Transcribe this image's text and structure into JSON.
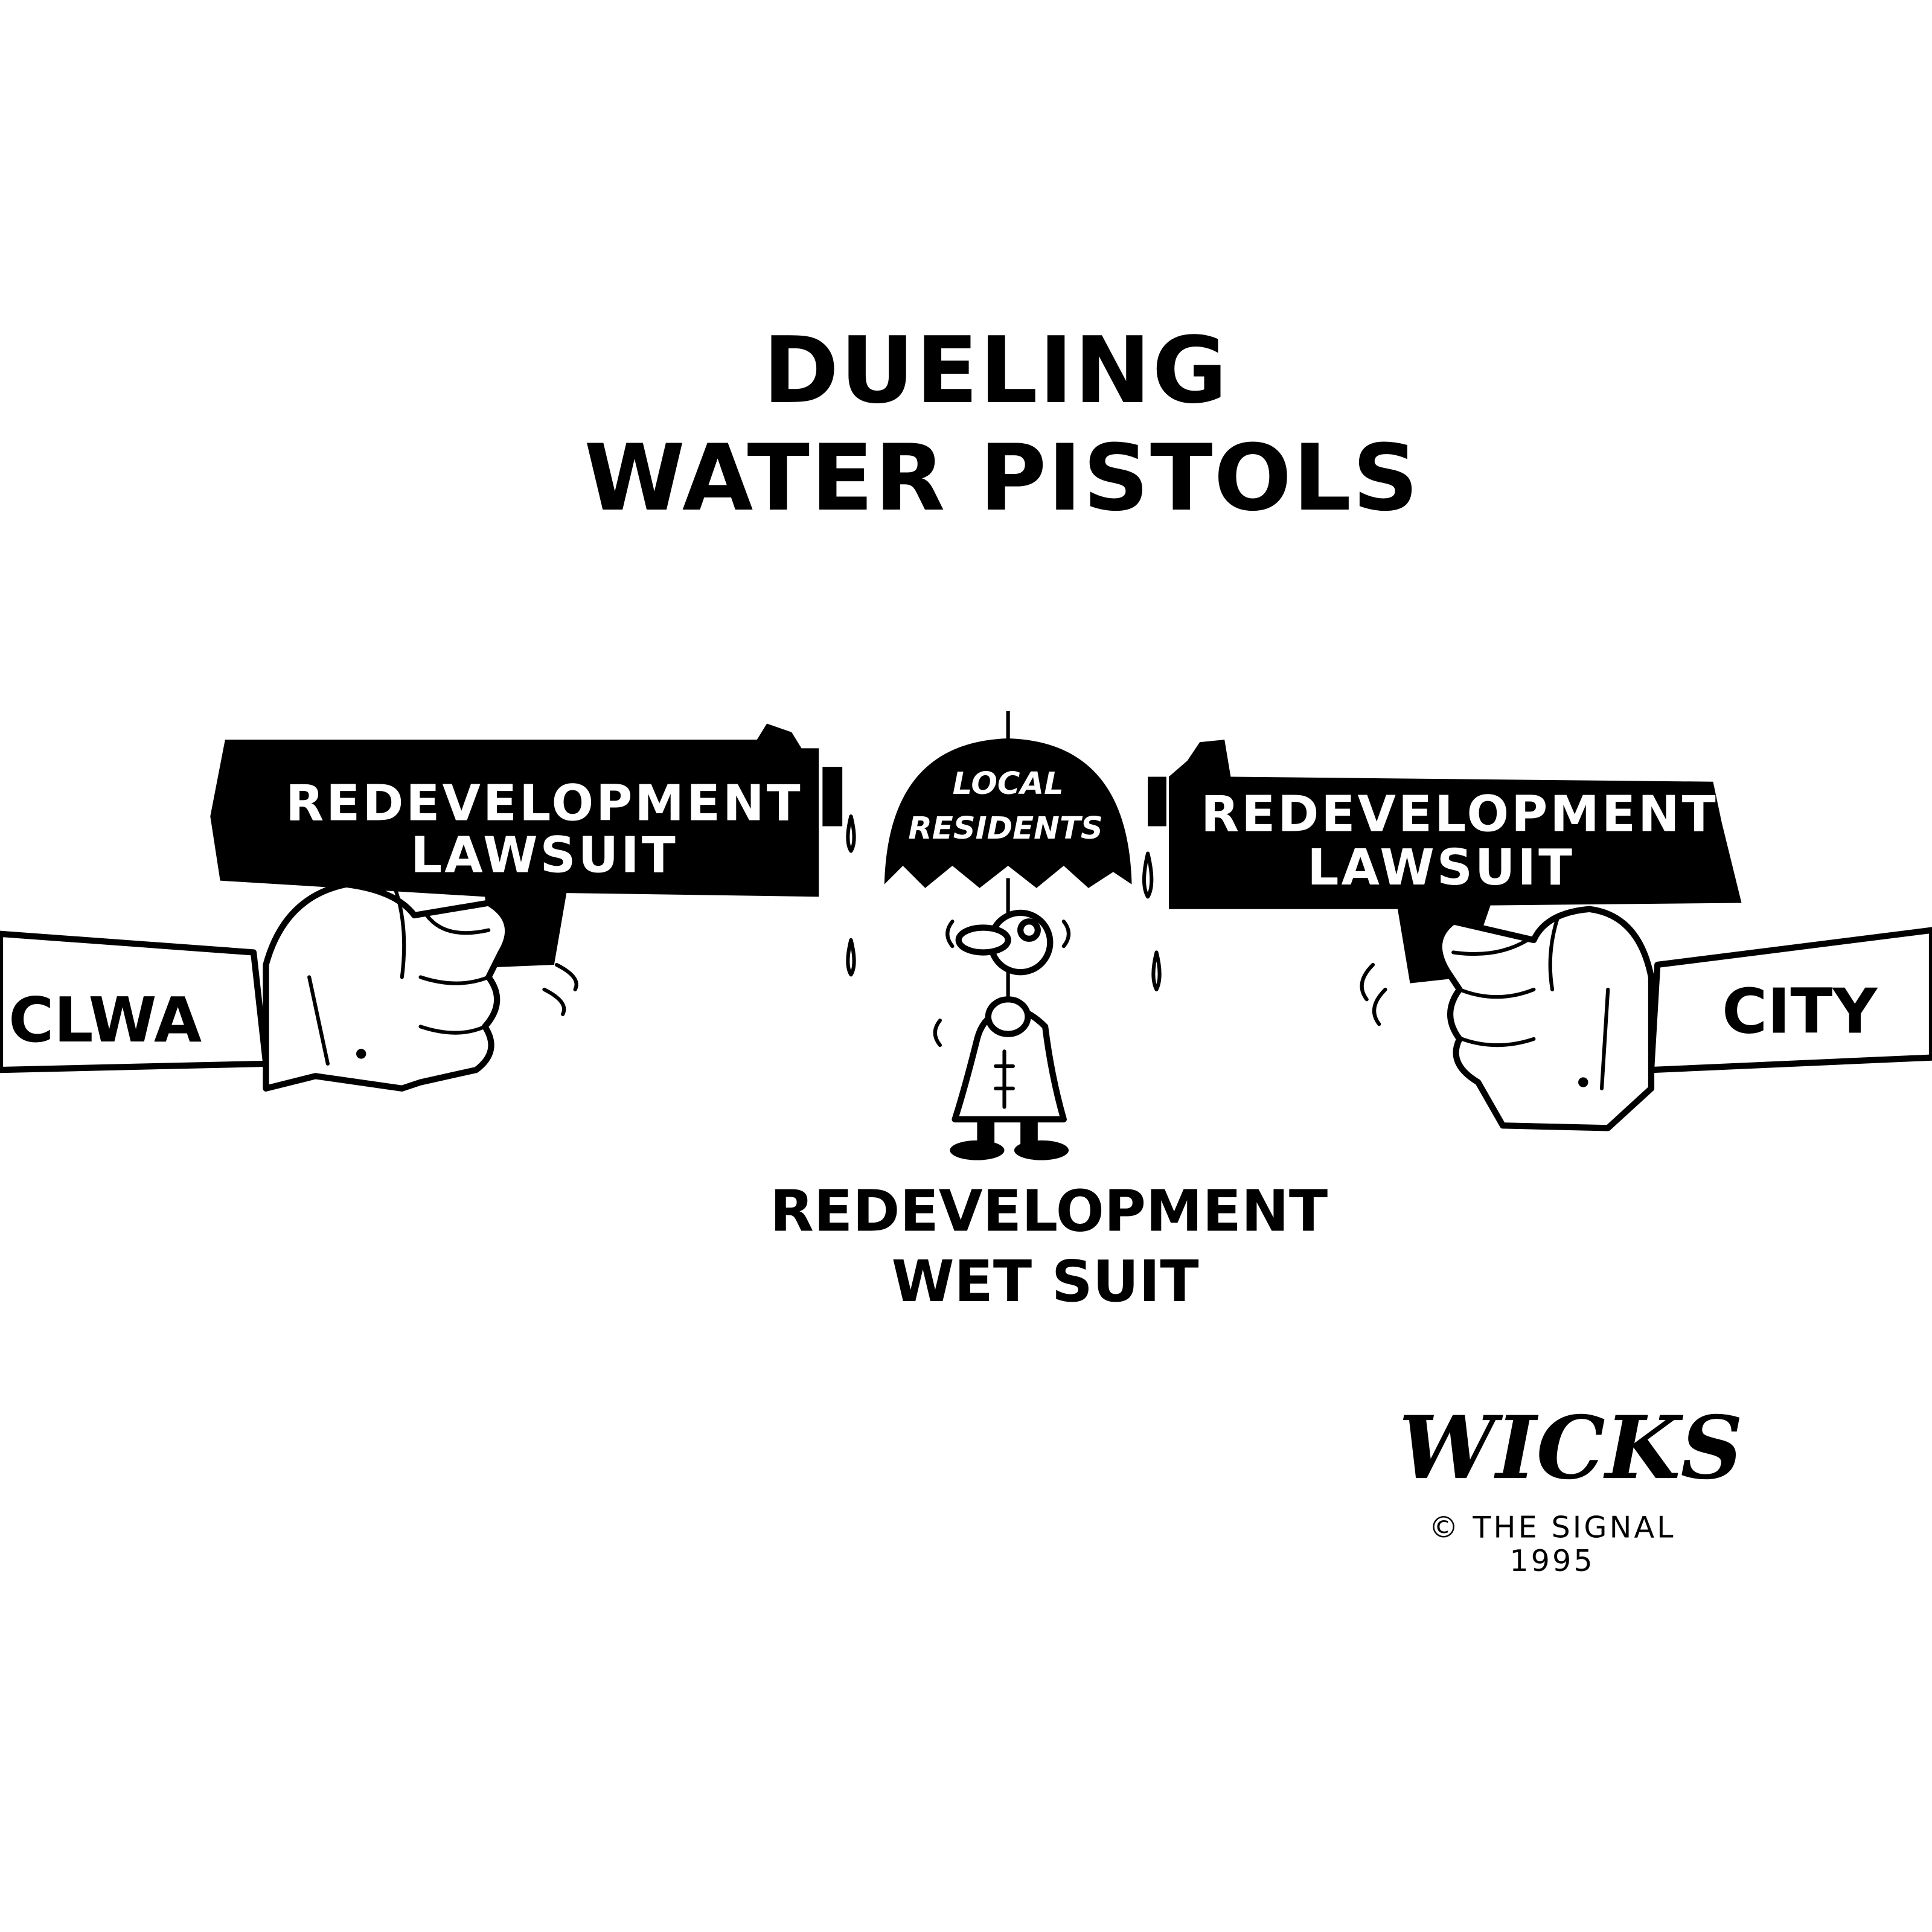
{
  "title": {
    "line1": "DUELING",
    "line2": "WATER PISTOLS"
  },
  "left_gun": {
    "label_line1": "REDEVELOPMENT",
    "label_line2": "LAWSUIT",
    "sleeve_label": "CLWA"
  },
  "right_gun": {
    "label_line1": "REDEVELOPMENT",
    "label_line2": "LAWSUIT",
    "sleeve_label": "CITY"
  },
  "umbrella": {
    "line1": "LOCAL",
    "line2": "RESIDENTS"
  },
  "caption": {
    "line1": "REDEVELOPMENT",
    "line2": "WET SUIT"
  },
  "signature": {
    "artist": "WICKS",
    "copyright": "© THE SIGNAL",
    "year": "1995"
  }
}
